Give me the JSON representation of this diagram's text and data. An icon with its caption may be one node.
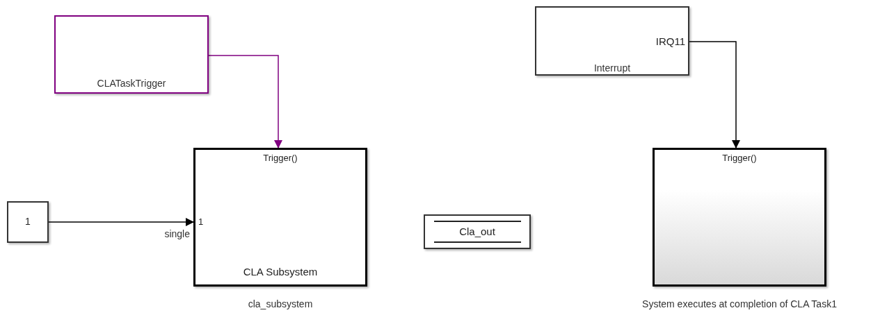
{
  "diagram": {
    "nodes": [
      {
        "text": [
          "CLATaskTrigger"
        ]
      },
      {
        "text": [
          "IRQ11",
          "Interrupt"
        ]
      },
      {
        "text": [
          "1"
        ]
      },
      {
        "text": [
          "Trigger()",
          "1",
          "CLA Subsystem"
        ],
        "beside": [
          "cla_subsystem"
        ]
      },
      {
        "text": [
          "Cla_out"
        ]
      },
      {
        "text": [
          "Trigger()"
        ],
        "beside": [
          "System executes at completion of CLA Task1"
        ]
      }
    ],
    "edges": [
      {
        "from": 0,
        "to": 3,
        "arrow": "to",
        "color": "#800080"
      },
      {
        "from": 1,
        "to": 5,
        "arrow": "to"
      },
      {
        "from": 2,
        "to": 3,
        "arrow": "to",
        "label": "single"
      }
    ]
  }
}
